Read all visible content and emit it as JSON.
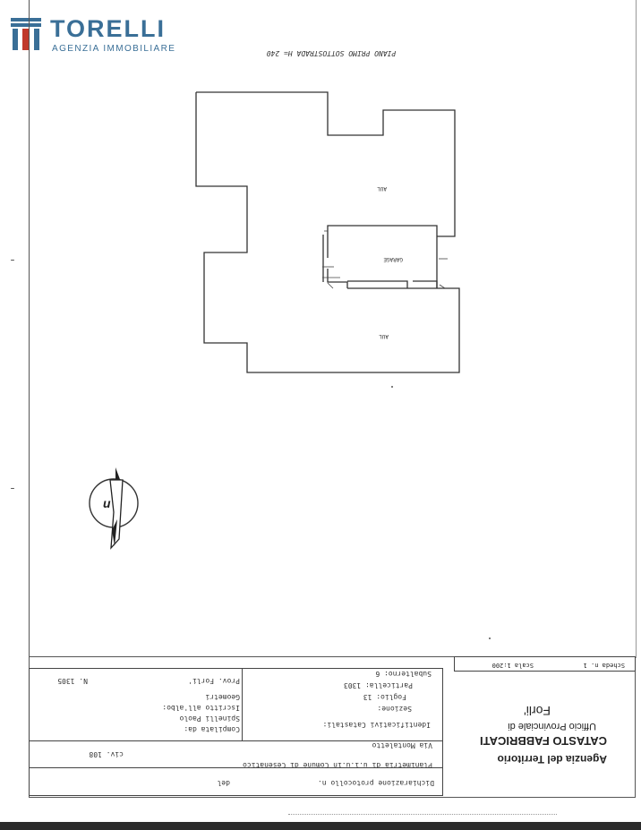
{
  "logo": {
    "brand": "TORELLI",
    "tagline": "AGENZIA IMMOBILIARE",
    "color": "#3a6f97"
  },
  "plan": {
    "header": "PIANO PRIMO SOTTOSTRADA H= 240",
    "room_upper": "AUL",
    "room_middle": "GARAGE",
    "room_lower": "AUL"
  },
  "cartiglio": {
    "agency": "Agenzia del Territorio",
    "catasto": "CATASTO FABBRICATI",
    "ufficio": "Ufficio Provinciale di",
    "city": "Forli'",
    "scheda": "Scheda n. 1",
    "scala": "Scala 1:200",
    "dichiarazione": "Dichiarazione protocollo n.",
    "del": "del",
    "planimetria": "Planimetria di u.i.u.in Comune di Cesenatico",
    "via": "Via Montaletto",
    "civ": "civ. 108",
    "identificativi": "Identificativi Catastali:",
    "sezione": "Sezione:",
    "foglio": "Foglio: 13",
    "particella": "Particella: 1303",
    "subalterno": "Subalterno: 6",
    "compilata": "Compilata da:",
    "compilatore": "Spinelli Paolo",
    "iscritto": "Iscritto all'albo:",
    "albo": "Geometri",
    "prov": "Prov. Forli'",
    "numero": "N. 1305"
  }
}
